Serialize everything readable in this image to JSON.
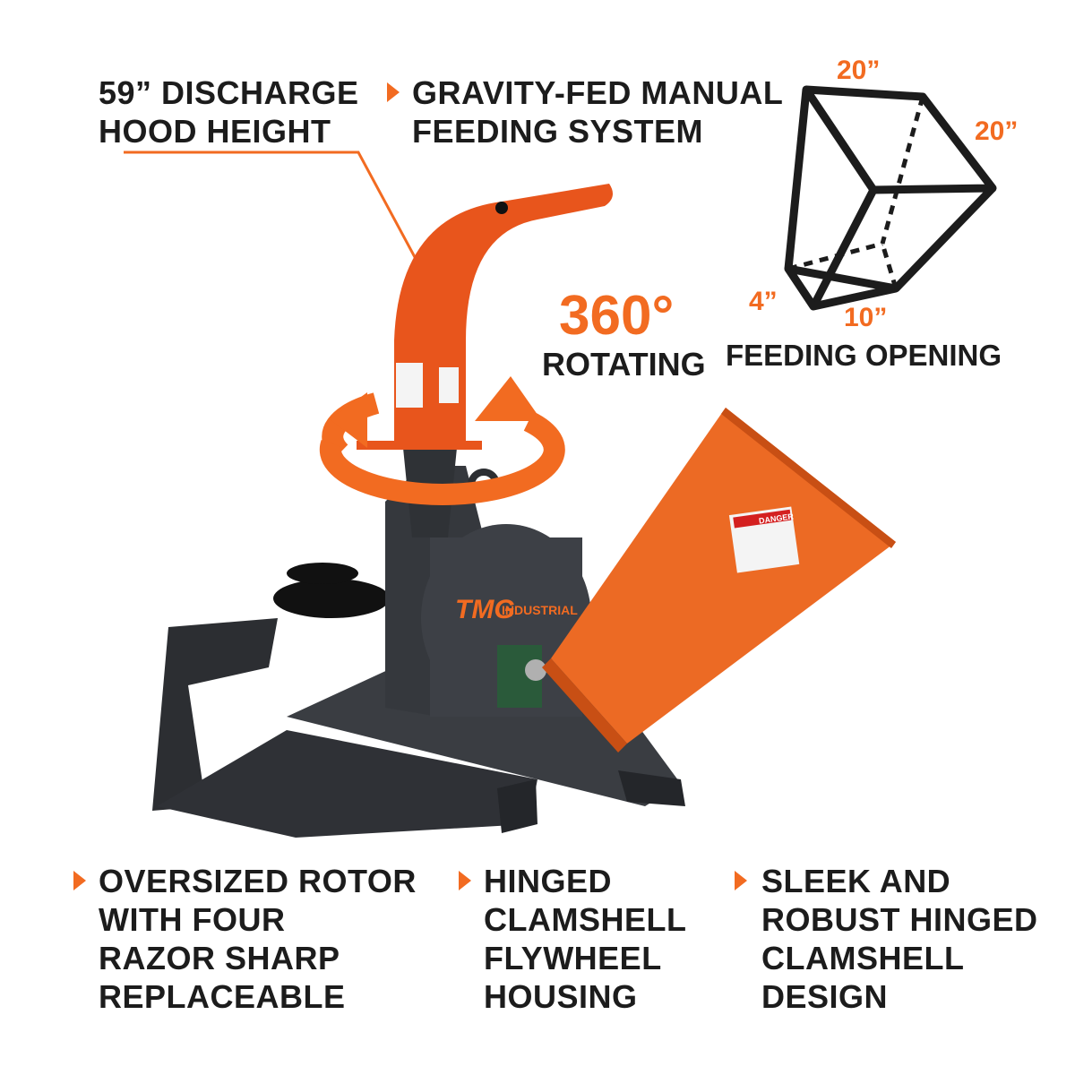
{
  "callouts": {
    "hood": [
      "59” DISCHARGE",
      "HOOD HEIGHT"
    ],
    "gravity": [
      "GRAVITY-FED MANUAL",
      "FEEDING SYSTEM"
    ],
    "rotating_number": "360°",
    "rotating_label": "ROTATING",
    "feeding_label": "FEEDING OPENING",
    "rotor": [
      "OVERSIZED ROTOR",
      "WITH FOUR",
      "RAZOR SHARP",
      "REPLACEABLE"
    ],
    "clamshell": [
      "HINGED",
      "CLAMSHELL",
      "FLYWHEEL",
      "HOUSING"
    ],
    "sleek": [
      "SLEEK AND",
      "ROBUST HINGED",
      "CLAMSHELL",
      "DESIGN"
    ]
  },
  "dimensions": {
    "top": "20”",
    "right": "20”",
    "left": "4”",
    "bottom": "10”"
  },
  "product": {
    "brand": "TMG",
    "brand_sub": "INDUSTRIAL",
    "warning_label": "DANGER"
  },
  "colors": {
    "accent": "#f26b21",
    "text": "#1c1c1c",
    "body": "#3a3d42"
  }
}
